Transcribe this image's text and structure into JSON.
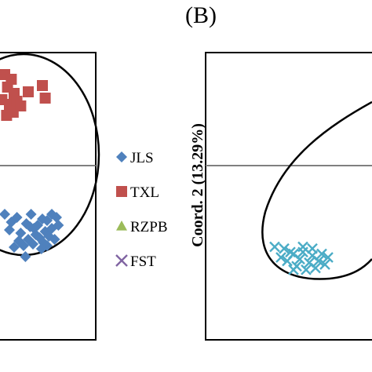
{
  "chart_data": [
    {
      "type": "scatter",
      "panel": "A (cropped)",
      "title": "",
      "grid": "horizontal zero line",
      "legend_position": "right",
      "series": [
        {
          "name": "JLS",
          "color": "#4f81bd",
          "marker": "diamond",
          "points": [
            [
              0.05,
              -1.55
            ],
            [
              0.12,
              -1.8
            ],
            [
              0.18,
              -1.65
            ],
            [
              0.1,
              -2.05
            ],
            [
              0.22,
              -2.15
            ],
            [
              0.28,
              -1.85
            ],
            [
              0.32,
              -1.95
            ],
            [
              0.36,
              -2.0
            ],
            [
              0.4,
              -1.9
            ],
            [
              0.45,
              -1.7
            ],
            [
              0.5,
              -1.75
            ],
            [
              0.55,
              -1.55
            ],
            [
              0.6,
              -1.65
            ],
            [
              0.38,
              -2.2
            ],
            [
              0.42,
              -2.3
            ],
            [
              0.48,
              -2.1
            ],
            [
              0.52,
              -2.25
            ],
            [
              0.46,
              -2.45
            ],
            [
              0.35,
              -2.5
            ],
            [
              0.3,
              -2.35
            ],
            [
              0.25,
              -2.55
            ],
            [
              0.2,
              -2.4
            ],
            [
              0.15,
              -2.6
            ],
            [
              0.55,
              -2.0
            ],
            [
              0.5,
              -2.55
            ],
            [
              0.62,
              -1.9
            ],
            [
              0.27,
              -2.9
            ],
            [
              0.44,
              -2.65
            ],
            [
              0.58,
              -2.35
            ],
            [
              0.33,
              -1.55
            ]
          ]
        },
        {
          "name": "TXL",
          "color": "#c0504d",
          "marker": "square",
          "points": [
            [
              0.05,
              2.9
            ],
            [
              0.12,
              2.75
            ],
            [
              0.08,
              2.5
            ],
            [
              0.15,
              2.3
            ],
            [
              0.02,
              2.1
            ],
            [
              0.1,
              1.95
            ],
            [
              0.18,
              2.05
            ],
            [
              0.14,
              1.7
            ],
            [
              0.3,
              2.35
            ],
            [
              0.45,
              2.55
            ],
            [
              0.48,
              2.15
            ],
            [
              0.22,
              1.9
            ],
            [
              0.07,
              1.6
            ]
          ]
        }
      ]
    },
    {
      "type": "scatter",
      "panel": "B",
      "title": "(B)",
      "ylabel": "Coord. 2 (13.29%)",
      "grid": "horizontal zero line",
      "series": [
        {
          "name": "FST",
          "color": "#4bacc6",
          "marker": "x",
          "points": [
            [
              1.1,
              -2.3
            ],
            [
              1.25,
              -2.35
            ],
            [
              1.4,
              -2.5
            ],
            [
              1.55,
              -2.45
            ],
            [
              1.7,
              -2.55
            ],
            [
              1.85,
              -2.5
            ],
            [
              1.3,
              -2.7
            ],
            [
              1.5,
              -2.65
            ],
            [
              1.65,
              -2.75
            ],
            [
              1.8,
              -2.7
            ],
            [
              1.95,
              -2.6
            ],
            [
              1.45,
              -2.85
            ],
            [
              1.6,
              -2.95
            ],
            [
              1.75,
              -2.9
            ],
            [
              1.35,
              -2.45
            ],
            [
              1.2,
              -2.6
            ],
            [
              1.9,
              -2.8
            ],
            [
              1.55,
              -2.3
            ],
            [
              1.7,
              -2.35
            ],
            [
              1.4,
              -2.95
            ]
          ]
        }
      ]
    }
  ],
  "legend": {
    "items": [
      {
        "label": "JLS",
        "marker": "diamond",
        "color": "#4f81bd"
      },
      {
        "label": "TXL",
        "marker": "square",
        "color": "#c0504d"
      },
      {
        "label": "RZPB",
        "marker": "triangle",
        "color": "#9bbb59"
      },
      {
        "label": "FST",
        "marker": "x",
        "color": "#8064a2"
      }
    ]
  }
}
